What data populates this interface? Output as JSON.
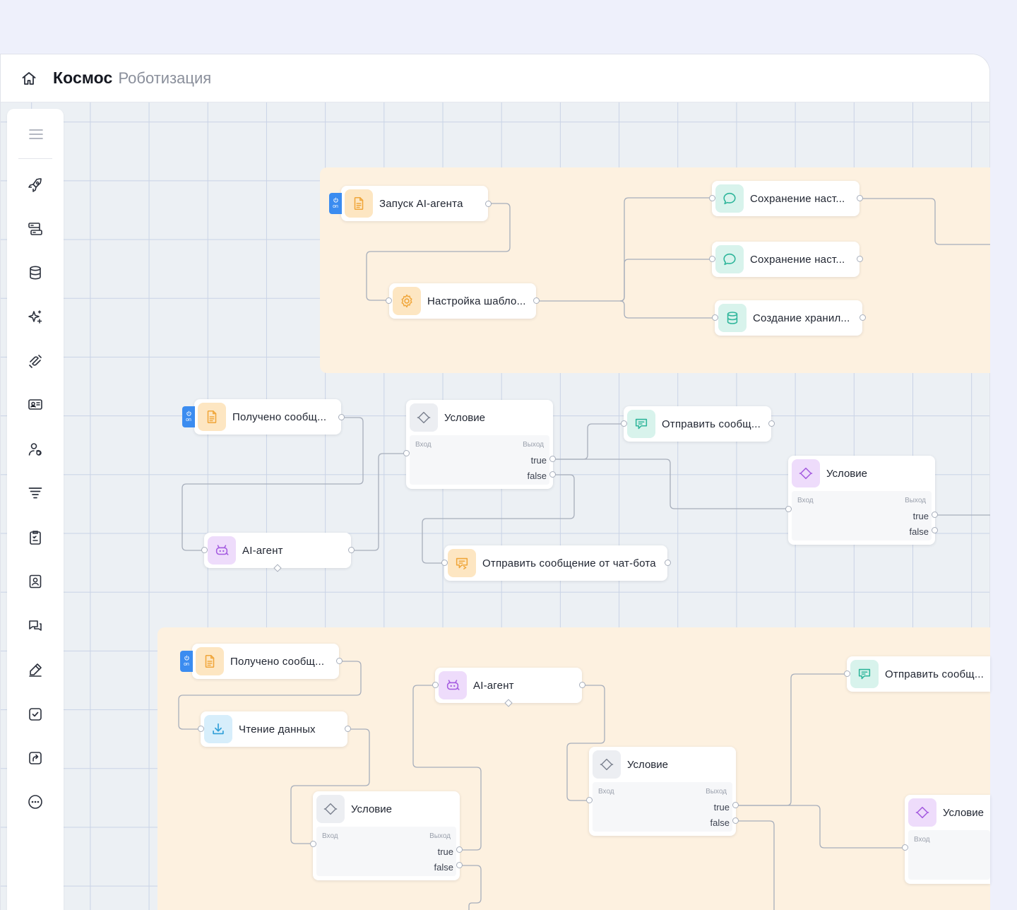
{
  "header": {
    "title": "Космос",
    "subtitle": "Роботизация"
  },
  "sidebar": {
    "items": [
      {
        "icon": "rocket-icon"
      },
      {
        "icon": "server-icon"
      },
      {
        "icon": "database-icon"
      },
      {
        "icon": "sparkles-icon"
      },
      {
        "icon": "integrations-icon"
      },
      {
        "icon": "id-card-icon"
      },
      {
        "icon": "users-icon"
      },
      {
        "icon": "funnel-icon"
      },
      {
        "icon": "checklist-icon"
      },
      {
        "icon": "contact-icon"
      },
      {
        "icon": "chat-icon"
      },
      {
        "icon": "pen-icon"
      },
      {
        "icon": "task-check-icon"
      },
      {
        "icon": "share-icon"
      },
      {
        "icon": "more-icon"
      }
    ]
  },
  "badge": {
    "on_label": "on"
  },
  "colors": {
    "orange": "#f0a63a",
    "teal": "#2db59a",
    "purple": "#a55ce0",
    "blue": "#2f9fd8",
    "group": "#fdf1e0",
    "badge": "#3b8cf0"
  },
  "condition_labels": {
    "input": "Вход",
    "output": "Выход",
    "true": "true",
    "false": "false"
  },
  "nodes": {
    "g1_start": "Запуск AI-агента",
    "g1_template": "Настройка шабло...",
    "g1_save1": "Сохранение наст...",
    "g1_save2": "Сохранение наст...",
    "g1_storage": "Создание хранил...",
    "m_received": "Получено сообщ...",
    "m_condition": "Условие",
    "m_send1": "Отправить сообщ...",
    "m_condition2": "Условие",
    "m_agent": "AI-агент",
    "m_send_chatbot": "Отправить сообщение от чат-бота",
    "g2_received": "Получено сообщ...",
    "g2_agent": "AI-агент",
    "g2_send": "Отправить сообщ...",
    "g2_read": "Чтение данных",
    "g2_condition1": "Условие",
    "g2_condition2": "Условие",
    "g2_condition3": "Условие"
  }
}
